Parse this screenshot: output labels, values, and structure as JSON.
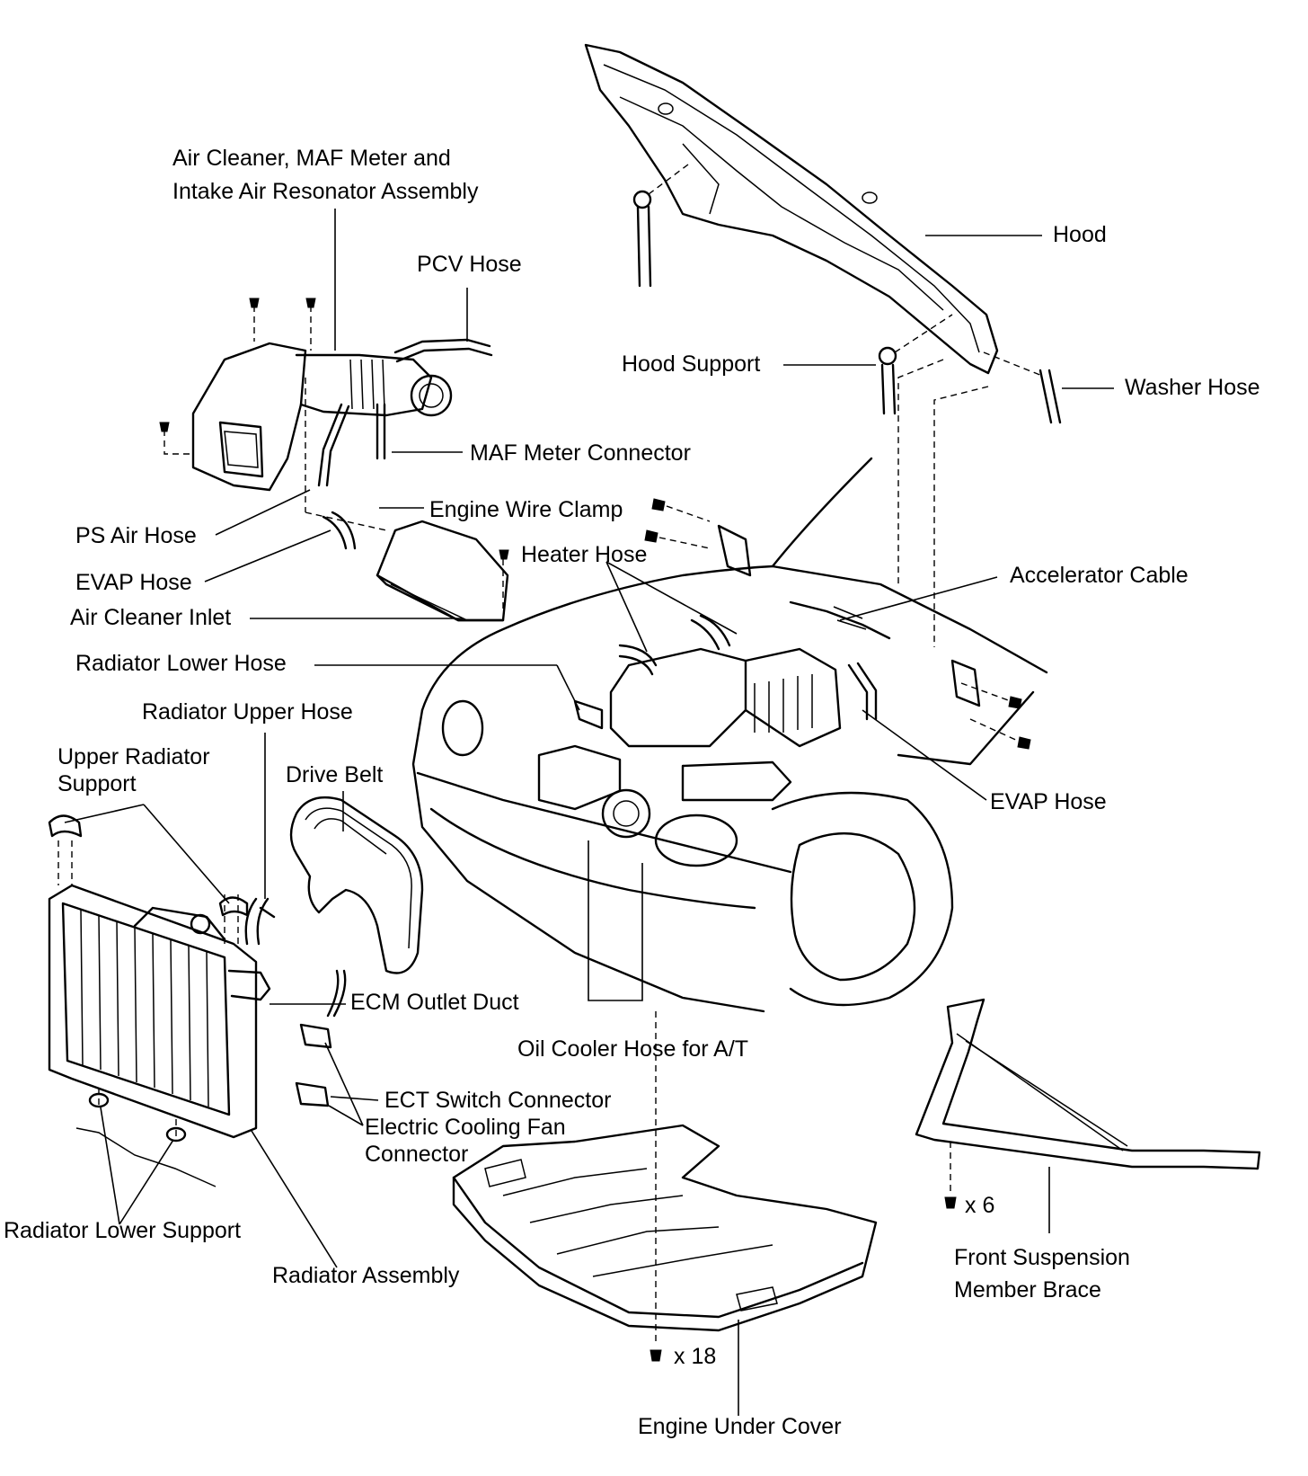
{
  "labels": {
    "air_cleaner": "Air Cleaner, MAF Meter and",
    "air_cleaner_2": "Intake Air Resonator Assembly",
    "pcv_hose": "PCV Hose",
    "hood": "Hood",
    "hood_support": "Hood Support",
    "washer_hose": "Washer Hose",
    "maf_connector": "MAF Meter Connector",
    "engine_wire_clamp": "Engine Wire Clamp",
    "ps_air_hose": "PS Air Hose",
    "heater_hose": "Heater Hose",
    "evap_hose_left": "EVAP Hose",
    "accelerator_cable": "Accelerator Cable",
    "air_cleaner_inlet": "Air Cleaner Inlet",
    "radiator_lower_hose": "Radiator Lower Hose",
    "radiator_upper_hose": "Radiator Upper Hose",
    "upper_radiator_support": "Upper Radiator",
    "upper_radiator_support_2": "Support",
    "drive_belt": "Drive Belt",
    "evap_hose_right": "EVAP Hose",
    "ecm_outlet_duct": "ECM Outlet Duct",
    "oil_cooler_hose": "Oil Cooler Hose for A/T",
    "ect_switch_connector": "ECT Switch Connector",
    "cooling_fan_connector": "Electric Cooling Fan",
    "cooling_fan_connector_2": "Connector",
    "bolt_count_6": "x 6",
    "radiator_lower_support": "Radiator Lower Support",
    "front_suspension_brace": "Front  Suspension",
    "front_suspension_brace_2": "Member Brace",
    "radiator_assembly": "Radiator Assembly",
    "bolt_count_18": "x 18",
    "engine_under_cover": "Engine Under Cover"
  }
}
